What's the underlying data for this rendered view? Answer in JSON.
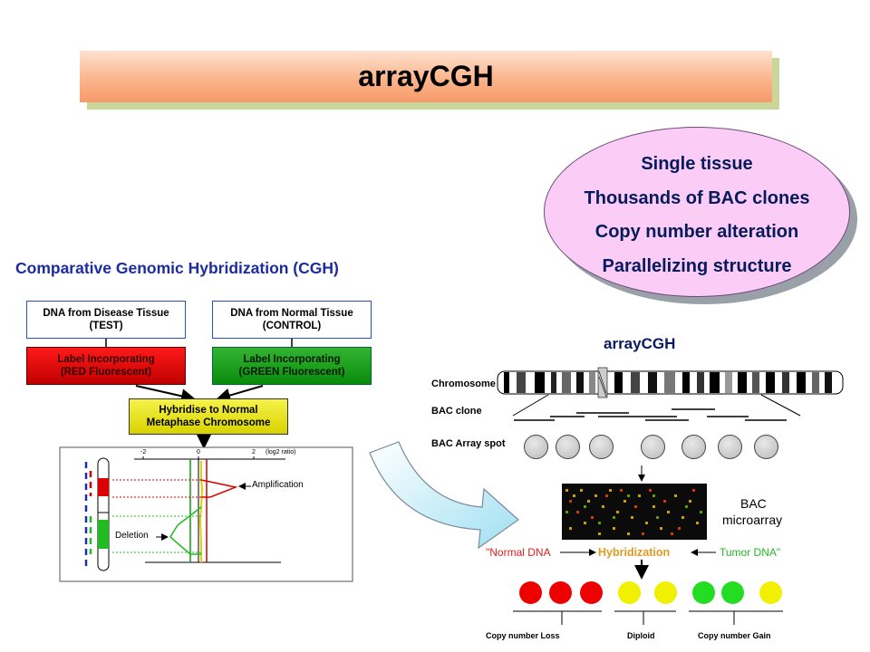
{
  "title": "arrayCGH",
  "ellipse": {
    "lines": [
      "Single tissue",
      "Thousands of BAC clones",
      "Copy number alteration",
      "Parallelizing structure"
    ]
  },
  "cgh": {
    "title": "Comparative Genomic Hybridization (CGH)",
    "test_box": [
      "DNA from Disease Tissue",
      "(TEST)"
    ],
    "control_box": [
      "DNA from Normal Tissue",
      "(CONTROL)"
    ],
    "red_label": [
      "Label Incorporating",
      "(RED Fluorescent)"
    ],
    "green_label": [
      "Label Incorporating",
      "(GREEN Fluorescent)"
    ],
    "hybridise": [
      "Hybridise to Normal",
      "Metaphase Chromosome"
    ],
    "plot": {
      "ticks": [
        "-2",
        "0",
        "2"
      ],
      "axis_label": "(log2 ratio)",
      "amplification": "Amplification",
      "deletion": "Deletion"
    }
  },
  "array": {
    "title": "arrayCGH",
    "chromosome": "Chromosome",
    "bac_clone": "BAC clone",
    "bac_array_spot": "BAC Array spot",
    "bac_microarray": [
      "BAC",
      "microarray"
    ],
    "normal_dna": "\"Normal DNA",
    "hybridization": "Hybridization",
    "tumor_dna": "Tumor DNA\"",
    "results": [
      "Copy number Loss",
      "Diploid",
      "Copy number Gain"
    ]
  },
  "colors": {
    "red": "#ee0000",
    "yellow": "#f0f000",
    "green": "#22dd22",
    "text_blue": "#1c2ba0",
    "normal_dna": "#e02020",
    "hybridization": "#e09a20",
    "tumor_dna": "#22bb22"
  }
}
